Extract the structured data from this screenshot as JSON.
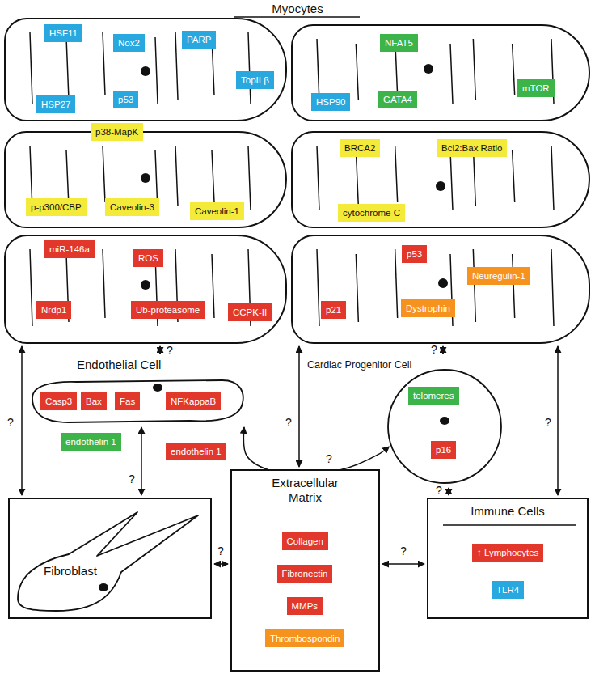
{
  "diagram": {
    "title": "Myocytes",
    "nodes": [
      {
        "text": []
      },
      {
        "text": [
          "HSF11"
        ],
        "in": 0
      },
      {
        "text": [
          "Nox2"
        ],
        "in": 0
      },
      {
        "text": [
          "PARP"
        ],
        "in": 0
      },
      {
        "text": [
          "TopII β"
        ],
        "in": 0
      },
      {
        "text": [
          "HSP27"
        ],
        "in": 0
      },
      {
        "text": [
          "p53"
        ],
        "in": 0
      },
      {
        "text": []
      },
      {
        "text": [
          "NFAT5"
        ],
        "in": 7
      },
      {
        "text": [
          "HSP90"
        ],
        "in": 7
      },
      {
        "text": [
          "GATA4"
        ],
        "in": 7
      },
      {
        "text": [
          "mTOR"
        ],
        "in": 7
      },
      {
        "text": []
      },
      {
        "text": [
          "p38-MapK"
        ],
        "in": 12
      },
      {
        "text": [
          "p-p300/CBP"
        ],
        "in": 12
      },
      {
        "text": [
          "Caveolin-3"
        ],
        "in": 12
      },
      {
        "text": [
          "Caveolin-1"
        ],
        "in": 12
      },
      {
        "text": []
      },
      {
        "text": [
          "BRCA2"
        ],
        "in": 17
      },
      {
        "text": [
          "Bcl2:Bax Ratio"
        ],
        "in": 17
      },
      {
        "text": [
          "cytochrome C"
        ],
        "in": 17
      },
      {
        "text": []
      },
      {
        "text": [
          "miR-146a"
        ],
        "in": 21
      },
      {
        "text": [
          "ROS"
        ],
        "in": 21
      },
      {
        "text": [
          "CCPK-II"
        ],
        "in": 21
      },
      {
        "text": [
          "Nrdp1"
        ],
        "in": 21
      },
      {
        "text": [
          "Ub-proteasome"
        ],
        "in": 21
      },
      {
        "text": []
      },
      {
        "text": [
          "p53"
        ],
        "in": 27
      },
      {
        "text": [
          "Neuregulin-1"
        ],
        "in": 27
      },
      {
        "text": [
          "p21"
        ],
        "in": 27
      },
      {
        "text": [
          "Dystrophin"
        ],
        "in": 27
      },
      {
        "text": [
          "Endothelial Cell"
        ]
      },
      {
        "text": [
          "Casp3"
        ],
        "in": 32
      },
      {
        "text": [
          "Bax"
        ],
        "in": 32
      },
      {
        "text": [
          "Fas"
        ],
        "in": 32
      },
      {
        "text": [
          "NFKappaB"
        ],
        "in": 32
      },
      {
        "text": [
          "endothelin 1"
        ]
      },
      {
        "text": [
          "endothelin 1"
        ]
      },
      {
        "text": [
          "Cardiac Progenitor Cell"
        ]
      },
      {
        "text": [
          "telomeres"
        ],
        "in": 39
      },
      {
        "text": [
          "p16"
        ],
        "in": 39
      },
      {
        "text": [
          "Fibroblast"
        ]
      },
      {
        "text": [
          "Extracellular Matrix"
        ]
      },
      {
        "text": [
          "Collagen"
        ],
        "in": 43
      },
      {
        "text": [
          "Fibronectin"
        ],
        "in": 43
      },
      {
        "text": [
          "MMPs"
        ],
        "in": 43
      },
      {
        "text": [
          "Thrombospondin"
        ],
        "in": 43
      },
      {
        "text": [
          "Immune Cells"
        ]
      },
      {
        "text": [
          "↑ Lymphocytes"
        ],
        "in": 48
      },
      {
        "text": [
          "TLR4"
        ],
        "in": 48
      }
    ],
    "edges": [
      {
        "from": 21,
        "to": 32,
        "arrow": "both",
        "label": "?"
      },
      {
        "from": 27,
        "to": 39,
        "arrow": "both",
        "label": "?"
      },
      {
        "from": 21,
        "to": 42,
        "arrow": "both",
        "label": "?"
      },
      {
        "from": 27,
        "to": 43,
        "arrow": "both",
        "label": "?"
      },
      {
        "from": 27,
        "to": 48,
        "arrow": "both",
        "label": "?"
      },
      {
        "from": 32,
        "to": 42,
        "arrow": "both",
        "label": "?"
      },
      {
        "from": 32,
        "to": 39,
        "arrow": "both",
        "label": "?"
      },
      {
        "from": 42,
        "to": 43,
        "arrow": "both",
        "label": "?"
      },
      {
        "from": 43,
        "to": 48,
        "arrow": "both",
        "label": "?"
      },
      {
        "from": 39,
        "to": 48,
        "arrow": "both",
        "label": "?"
      }
    ]
  }
}
